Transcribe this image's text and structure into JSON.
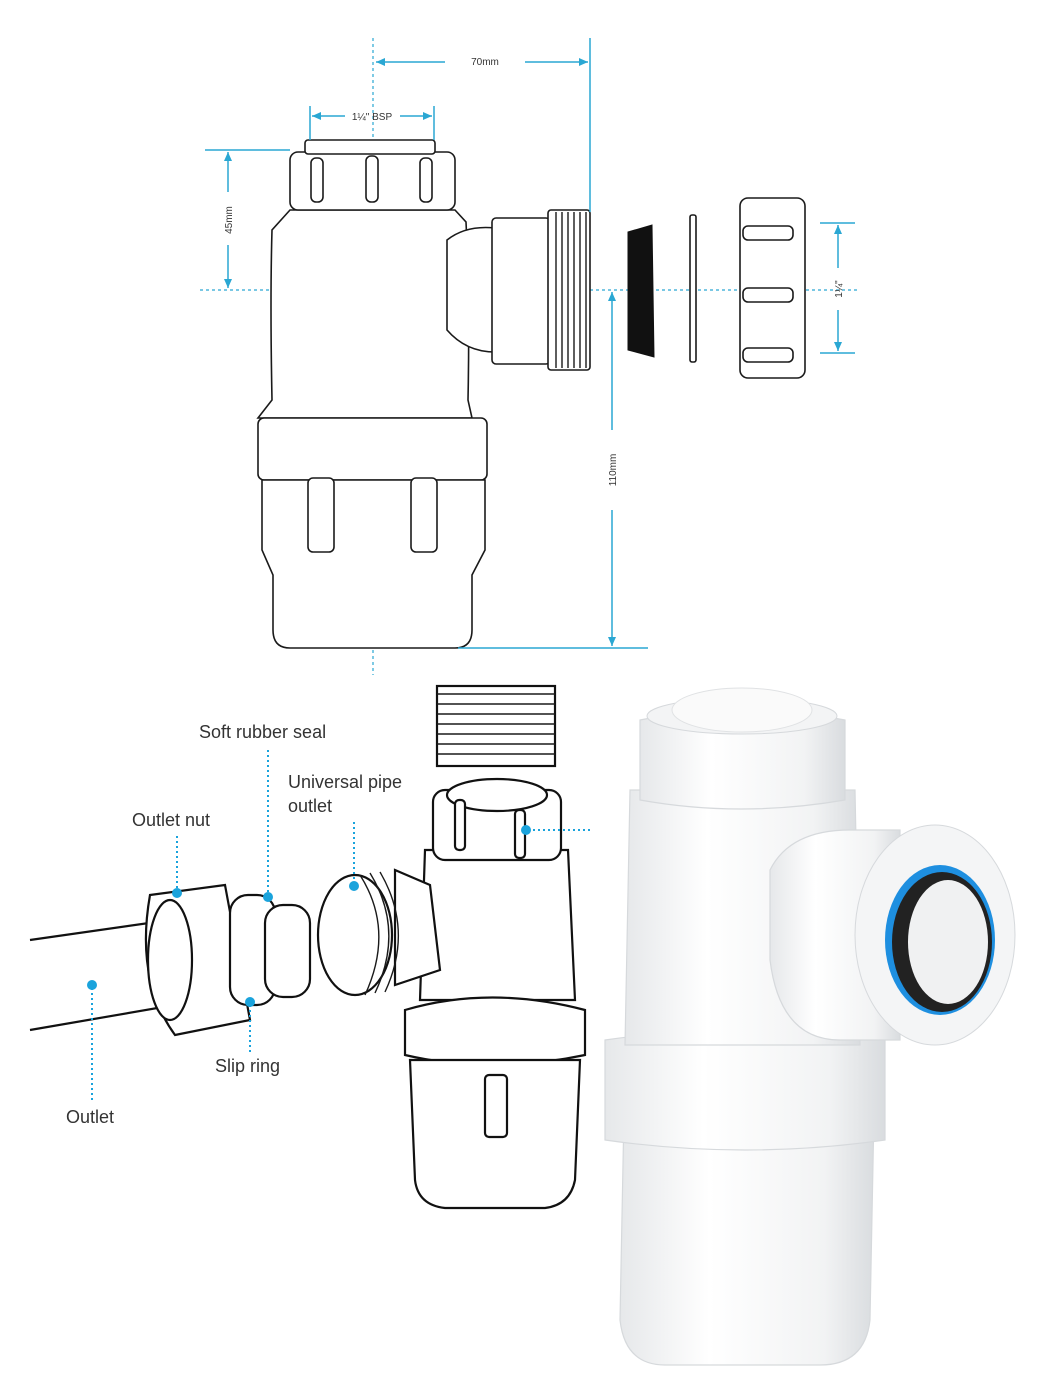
{
  "dimensions": {
    "width_outlet": "70mm",
    "inlet_thread": "1¼\" BSP",
    "cap_height": "45mm",
    "outlet_size": "1¼\"",
    "outlet_height": "110mm"
  },
  "callouts": {
    "soft_rubber_seal": "Soft rubber seal",
    "universal_pipe_outlet_1": "Universal pipe",
    "universal_pipe_outlet_2": "outlet",
    "outlet_nut": "Outlet nut",
    "slip_ring": "Slip ring",
    "outlet": "Outlet"
  },
  "colors": {
    "dimension": "#2aa7d3",
    "callout": "#1aa3dc",
    "seal_ring": "#1e8fe0"
  }
}
